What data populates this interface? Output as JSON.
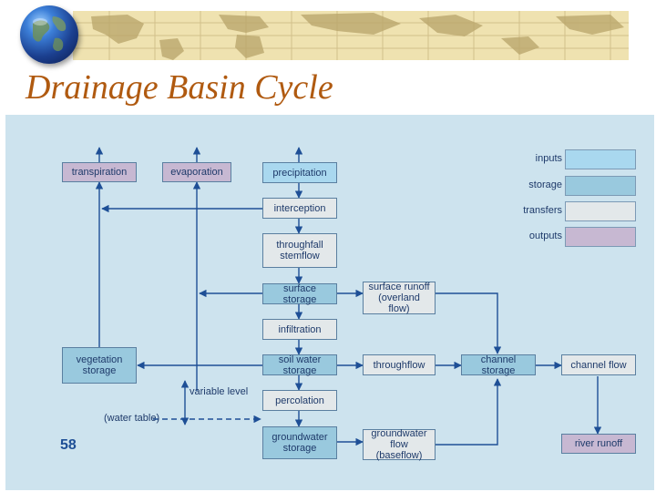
{
  "slide": {
    "title": "Drainage Basin Cycle",
    "page_number": "58"
  },
  "legend": [
    {
      "label": "inputs",
      "color": "#a9d8ef"
    },
    {
      "label": "storage",
      "color": "#99c9de"
    },
    {
      "label": "transfers",
      "color": "#e3e8ea"
    },
    {
      "label": "outputs",
      "color": "#c7b8d2"
    }
  ],
  "nodes": {
    "transpiration": "transpiration",
    "evaporation": "evaporation",
    "precipitation": "precipitation",
    "interception": "interception",
    "throughfall": "throughfall\nstemflow",
    "surface_storage": "surface storage",
    "surface_runoff": "surface runoff\n(overland flow)",
    "infiltration": "infiltration",
    "vegetation_storage": "vegetation\nstorage",
    "soil_water_storage": "soil water storage",
    "throughflow": "throughflow",
    "channel_storage": "channel storage",
    "channel_flow": "channel flow",
    "percolation": "percolation",
    "groundwater_storage": "groundwater\nstorage",
    "groundwater_flow": "groundwater flow\n(baseflow)",
    "river_runoff": "river runoff"
  },
  "annotations": {
    "variable_level": "variable level",
    "water_table": "(water table)"
  }
}
